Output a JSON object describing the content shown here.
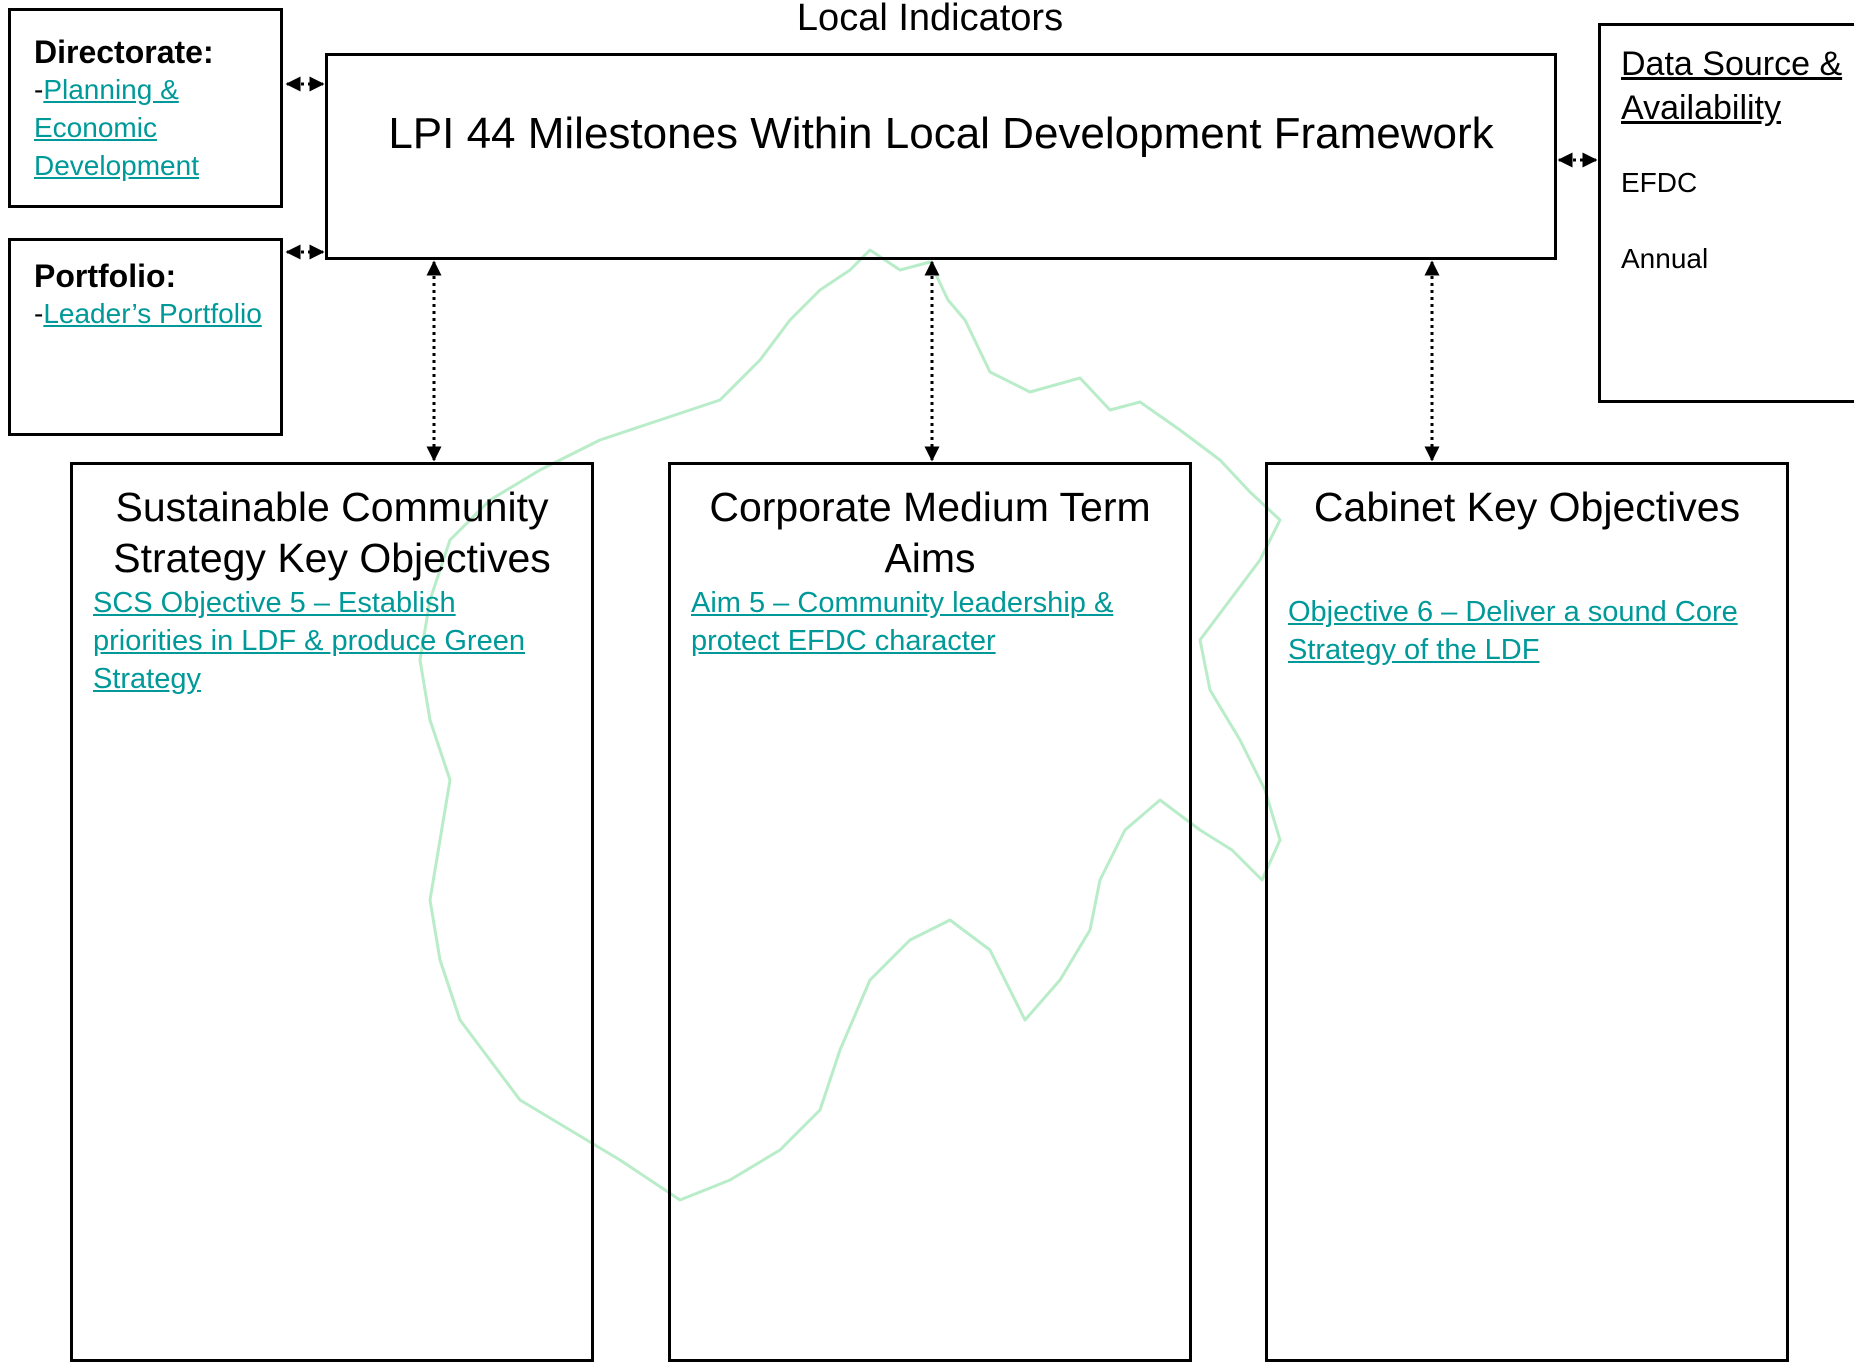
{
  "page_title": "Local Indicators",
  "directorate": {
    "heading": "Directorate:",
    "prefix": "-",
    "link": "Planning & Economic Development"
  },
  "portfolio": {
    "heading": "Portfolio:",
    "prefix": "-",
    "link": "Leader’s Portfolio"
  },
  "indicator": {
    "title": "LPI 44 Milestones Within Local Development Framework"
  },
  "data_source": {
    "heading": "Data Source & Availability",
    "source": "EFDC",
    "frequency": "Annual"
  },
  "columns": [
    {
      "title": "Sustainable Community Strategy Key Objectives",
      "link": "SCS Objective 5 – Establish priorities in LDF & produce Green Strategy"
    },
    {
      "title": "Corporate Medium Term Aims",
      "link": "Aim 5 – Community leadership & protect EFDC character"
    },
    {
      "title": "Cabinet Key Objectives",
      "link": "Objective 6 – Deliver a sound Core Strategy of the LDF"
    }
  ],
  "colors": {
    "link": "#009999",
    "watermark": "#b9ecc8",
    "border": "#000000"
  }
}
